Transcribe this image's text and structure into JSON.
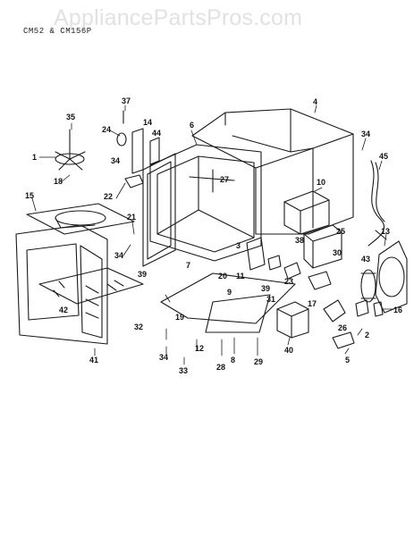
{
  "watermark": "AppliancePartsPros.com",
  "model_label": "CM52 & CM156P",
  "part_numbers": [
    "37",
    "35",
    "24",
    "14",
    "44",
    "6",
    "4",
    "34",
    "1",
    "18",
    "27",
    "34",
    "45",
    "15",
    "22",
    "10",
    "21",
    "13",
    "34",
    "25",
    "38",
    "3",
    "11",
    "30",
    "43",
    "39",
    "7",
    "20",
    "9",
    "39",
    "23",
    "31",
    "42",
    "17",
    "16",
    "32",
    "19",
    "26",
    "40",
    "2",
    "34",
    "12",
    "8",
    "29",
    "33",
    "28",
    "41",
    "5"
  ]
}
